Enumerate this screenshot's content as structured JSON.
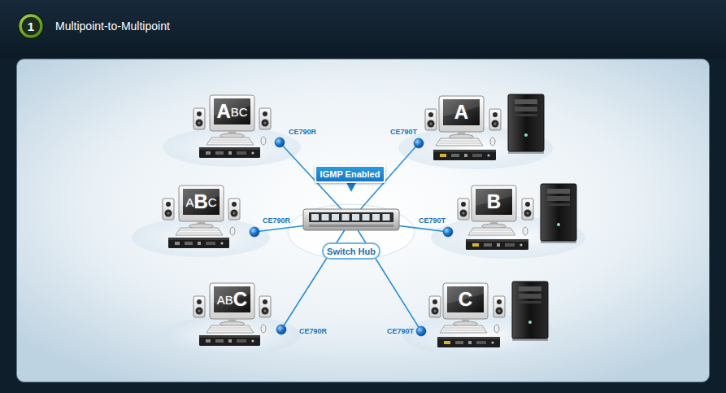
{
  "diagram": {
    "title": "Multipoint-to-Multipoint",
    "nodes": [
      {
        "text": [
          "ABC",
          "CE790R"
        ]
      },
      {
        "text": [
          "A",
          "CE790T"
        ]
      },
      {
        "text": [
          "IGMP Enabled"
        ]
      },
      {
        "text": [
          "ABC",
          "CE790R"
        ]
      },
      {
        "text": [
          "Switch Hub"
        ]
      },
      {
        "text": [
          "B",
          "CE790T"
        ]
      },
      {
        "text": [
          "ABC",
          "CE790R"
        ]
      },
      {
        "text": [
          "C",
          "CE790T"
        ]
      }
    ],
    "edges": [
      {
        "from": 0,
        "to": 4,
        "arrow": "none"
      },
      {
        "from": 1,
        "to": 4,
        "arrow": "none"
      },
      {
        "from": 3,
        "to": 4,
        "arrow": "none"
      },
      {
        "from": 5,
        "to": 4,
        "arrow": "none"
      },
      {
        "from": 6,
        "to": 4,
        "arrow": "none"
      },
      {
        "from": 7,
        "to": 4,
        "arrow": "none"
      }
    ],
    "labels": [
      "1"
    ]
  }
}
